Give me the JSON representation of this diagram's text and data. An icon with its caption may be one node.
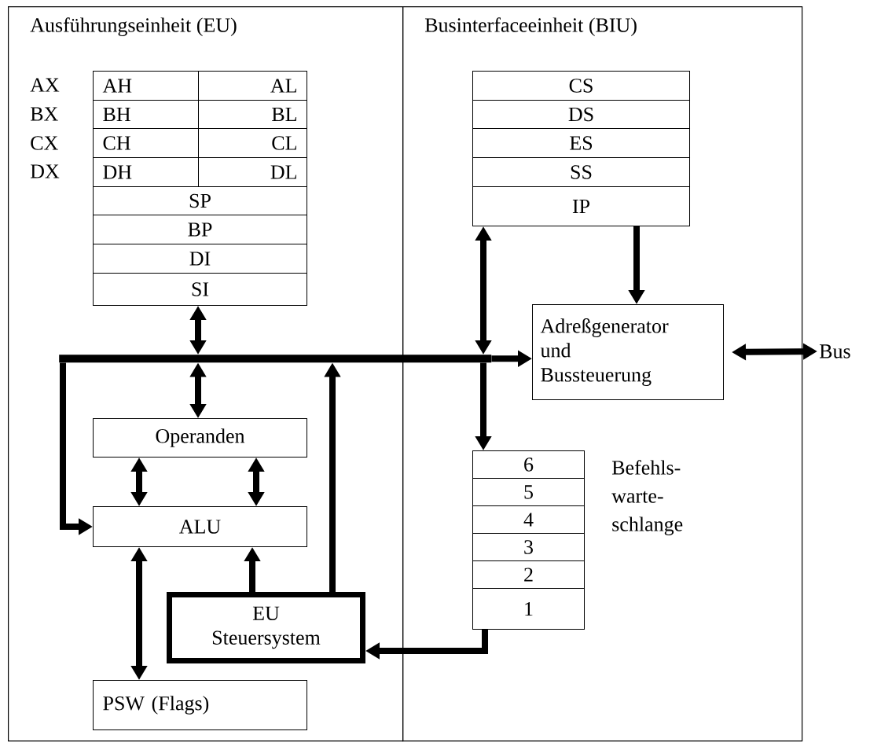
{
  "diagram": {
    "nodes": [
      {
        "text": [
          "Ausführungseinheit (EU)"
        ]
      },
      {
        "text": [
          "AH"
        ],
        "in": 0
      },
      {
        "text": [
          "AL"
        ],
        "in": 0
      },
      {
        "text": [
          "BH"
        ],
        "in": 0
      },
      {
        "text": [
          "BL"
        ],
        "in": 0
      },
      {
        "text": [
          "CH"
        ],
        "in": 0
      },
      {
        "text": [
          "CL"
        ],
        "in": 0
      },
      {
        "text": [
          "DH"
        ],
        "in": 0
      },
      {
        "text": [
          "DL"
        ],
        "in": 0
      },
      {
        "text": [
          "SP"
        ],
        "in": 0
      },
      {
        "text": [
          "BP"
        ],
        "in": 0
      },
      {
        "text": [
          "DI"
        ],
        "in": 0
      },
      {
        "text": [
          "SI"
        ],
        "in": 0
      },
      {
        "text": [],
        "shape": "bar"
      },
      {
        "text": [
          "Operanden"
        ],
        "in": 0
      },
      {
        "text": [
          "ALU"
        ],
        "in": 0
      },
      {
        "text": [
          "EU Steuersystem"
        ],
        "in": 0
      },
      {
        "text": [
          "PSW (Flags)"
        ],
        "in": 0
      },
      {
        "text": [
          "Businterfaceeinheit (BIU)"
        ]
      },
      {
        "text": [
          "CS"
        ],
        "in": 18
      },
      {
        "text": [
          "DS"
        ],
        "in": 18
      },
      {
        "text": [
          "ES"
        ],
        "in": 18
      },
      {
        "text": [
          "SS"
        ],
        "in": 18
      },
      {
        "text": [
          "IP"
        ],
        "in": 18
      },
      {
        "text": [
          "Adreßgenerator und Bussteuerung"
        ],
        "in": 18
      },
      {
        "text": [
          "Bus"
        ]
      },
      {
        "text": [
          "6"
        ],
        "in": 18
      },
      {
        "text": [
          "5"
        ],
        "in": 18
      },
      {
        "text": [
          "4"
        ],
        "in": 18
      },
      {
        "text": [
          "3"
        ],
        "in": 18
      },
      {
        "text": [
          "2"
        ],
        "in": 18
      },
      {
        "text": [
          "1"
        ],
        "in": 18
      }
    ],
    "edges": [
      {
        "from": 12,
        "to": 13,
        "arrow": "both"
      },
      {
        "from": 13,
        "to": 14,
        "arrow": "both"
      },
      {
        "from": 14,
        "to": 15,
        "arrow": "both"
      },
      {
        "from": 14,
        "to": 15,
        "arrow": "both"
      },
      {
        "from": 13,
        "to": 15,
        "arrow": "to"
      },
      {
        "from": 16,
        "to": 15,
        "arrow": "to"
      },
      {
        "from": 15,
        "to": 17,
        "arrow": "both"
      },
      {
        "from": 16,
        "to": 13,
        "arrow": "to"
      },
      {
        "from": 13,
        "to": 24,
        "arrow": "to"
      },
      {
        "from": 23,
        "to": 13,
        "arrow": "both"
      },
      {
        "from": 13,
        "to": 26,
        "arrow": "to"
      },
      {
        "from": 23,
        "to": 24,
        "arrow": "to"
      },
      {
        "from": 24,
        "to": 25,
        "arrow": "both"
      },
      {
        "from": 31,
        "to": 16,
        "arrow": "to"
      }
    ],
    "labels": [
      "AX",
      "BX",
      "CX",
      "DX",
      "Befehls- warte- schlange"
    ]
  }
}
